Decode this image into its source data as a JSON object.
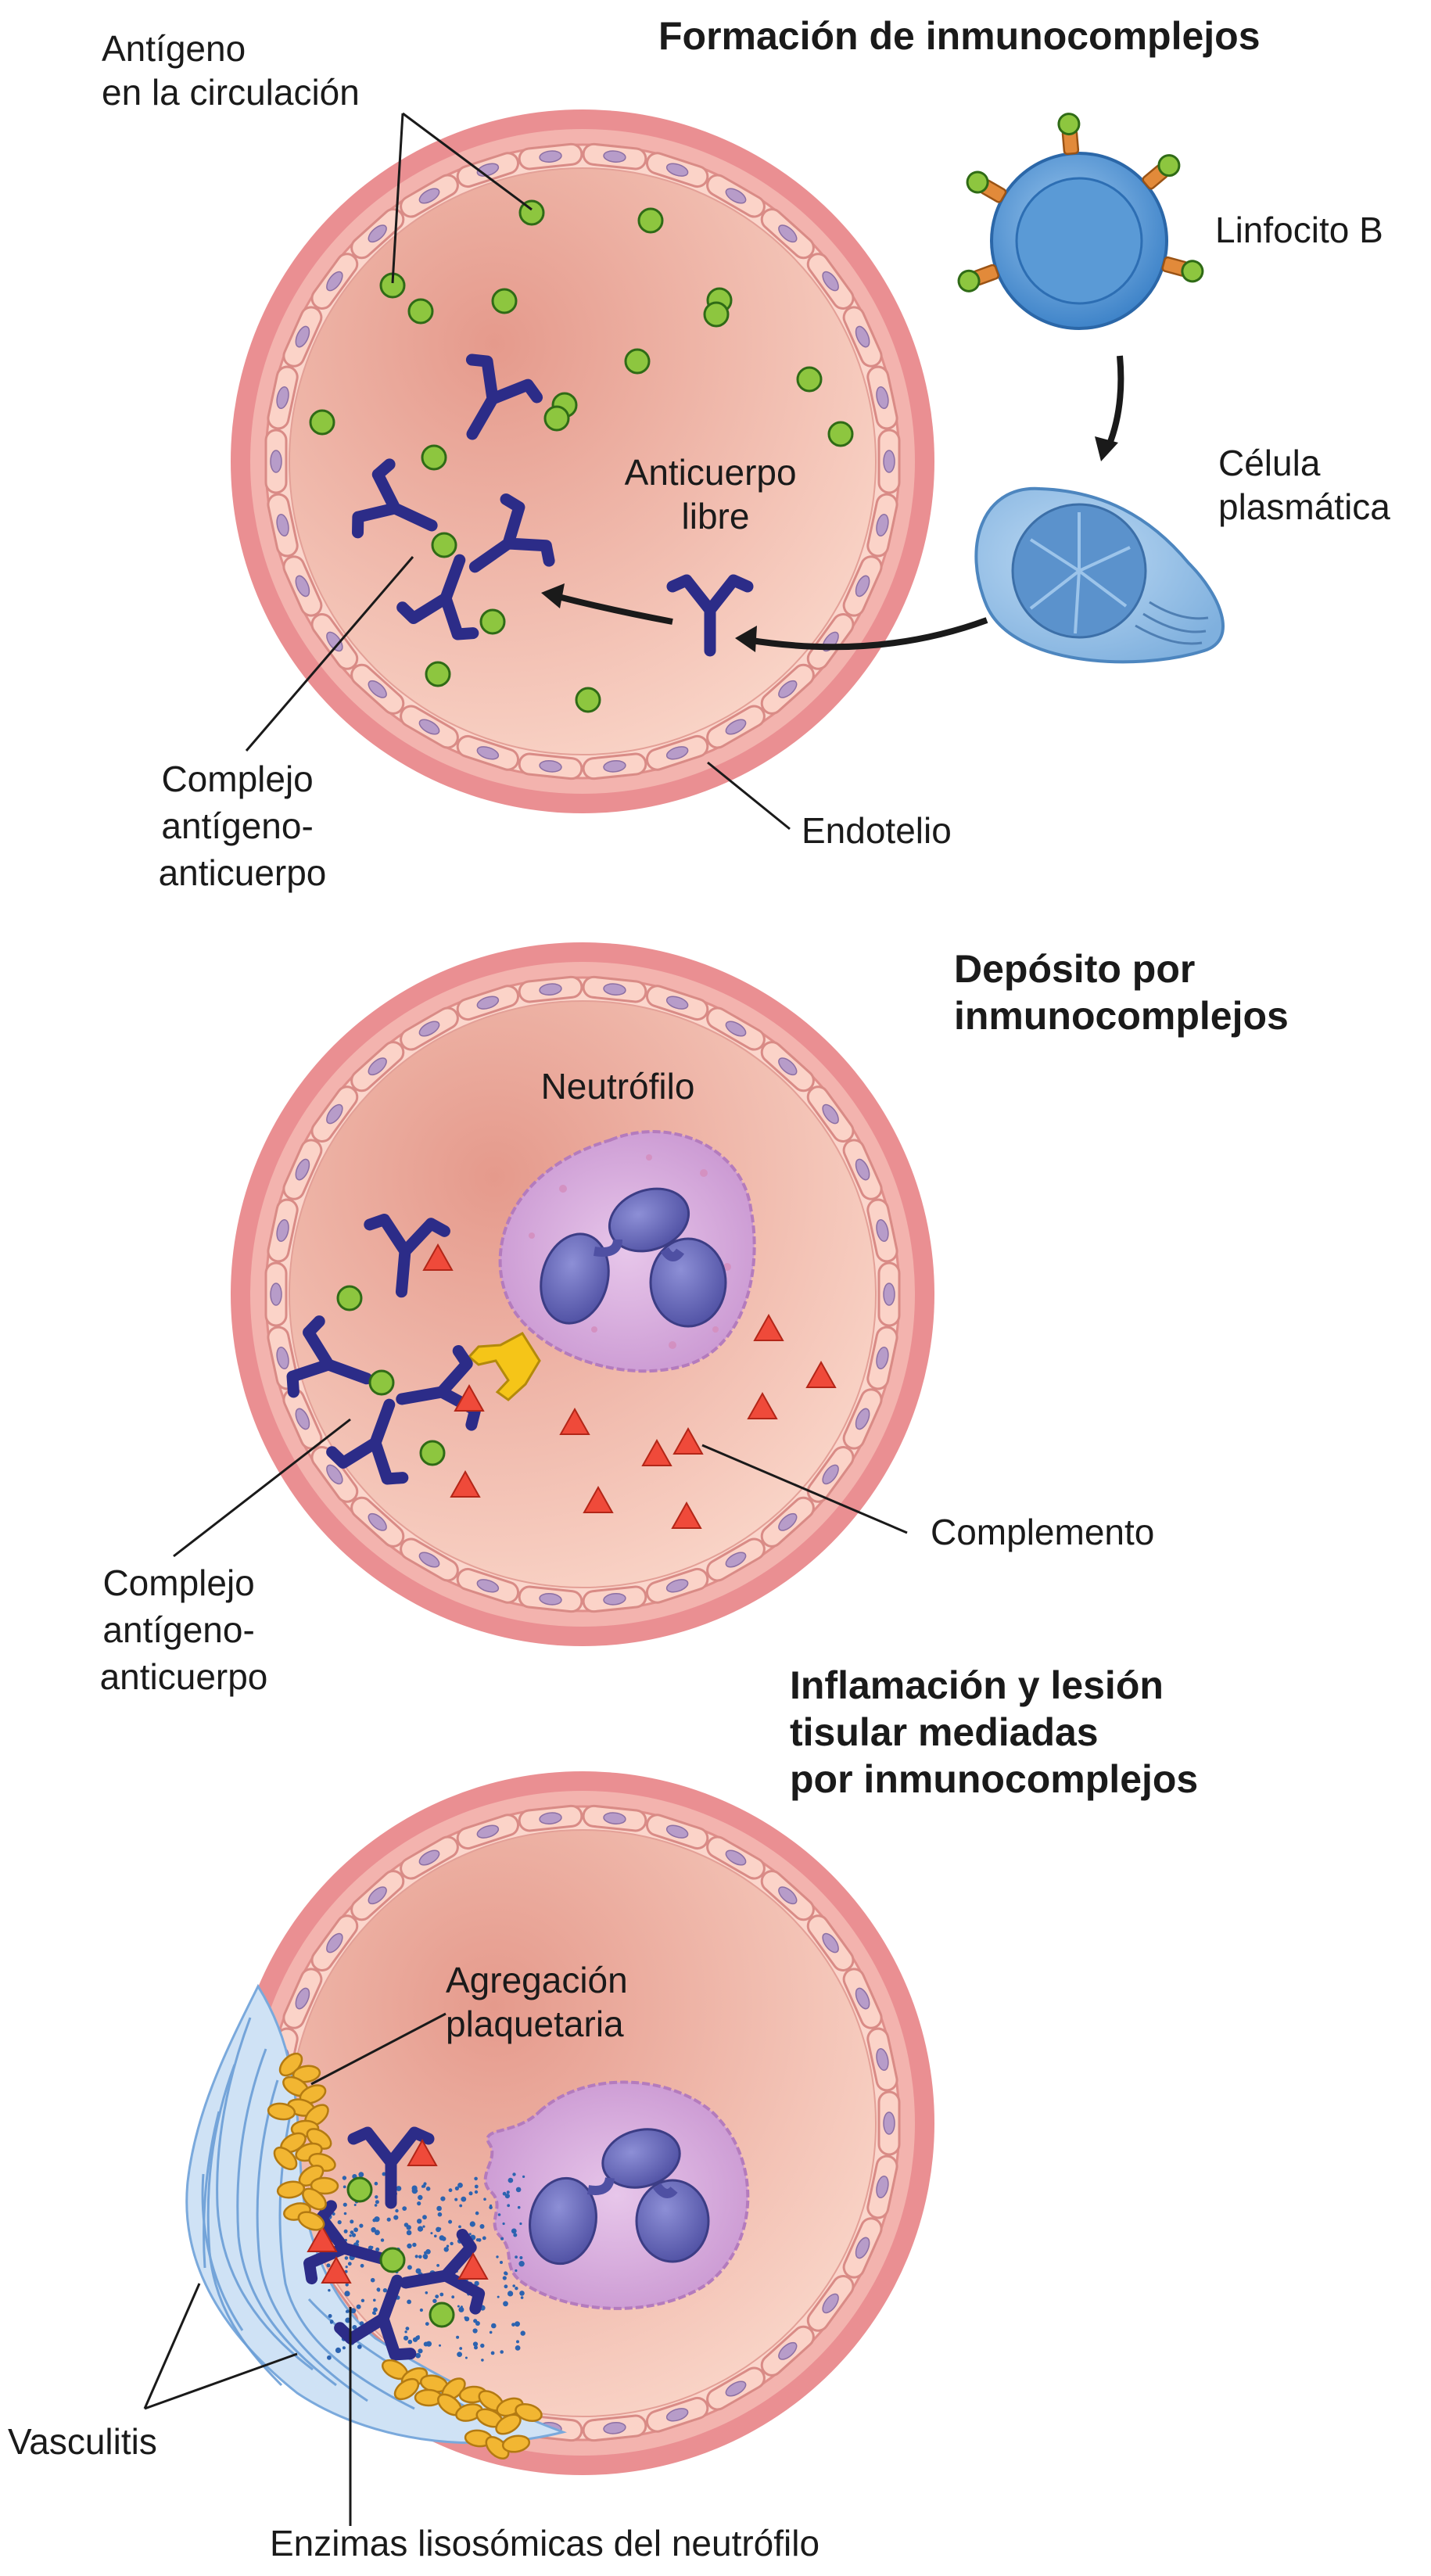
{
  "panels": [
    {
      "title": [
        "Formación de inmunocomplejos"
      ],
      "labels": {
        "antigen": [
          "Antígeno",
          "en la circulación"
        ],
        "b_cell": [
          "Linfocito B"
        ],
        "plasma_cell": [
          "Célula",
          "plasmática"
        ],
        "free_antibody": [
          "Anticuerpo",
          "libre"
        ],
        "complex": [
          "Complejo",
          "antígeno-",
          "anticuerpo"
        ],
        "endothelium": [
          "Endotelio"
        ]
      }
    },
    {
      "title": [
        "Depósito por",
        "inmunocomplejos"
      ],
      "labels": {
        "neutrophil": [
          "Neutrófilo"
        ],
        "complement": [
          "Complemento"
        ],
        "complex": [
          "Complejo",
          "antígeno-",
          "anticuerpo"
        ]
      }
    },
    {
      "title": [
        "Inflamación y lesión",
        "tisular mediadas",
        "por inmunocomplejos"
      ],
      "labels": {
        "platelet": [
          "Agregación",
          "plaquetaria"
        ],
        "vasculitis": [
          "Vasculitis"
        ],
        "enzymes": [
          "Enzimas lisosómicas del neutrófilo"
        ]
      }
    }
  ],
  "colors": {
    "vessel_wall": "#ea8f92",
    "vessel_inner": "#f7c6bd",
    "lumen": "#f5c2b2",
    "endothelial_cell": "#fbd6cc",
    "nucleus": "#b79cc9",
    "antibody": "#2c2c88",
    "antigen": "#8dc63f",
    "b_cell": "#7fb3e0",
    "neutrophil": "#d7b0dd",
    "neutrophil_nucleus": "#5e5fae",
    "complement": "#ef4a3a",
    "receptor": "#f5c518",
    "platelet": "#f2b632",
    "vasculitis": "#9fc4e8"
  }
}
